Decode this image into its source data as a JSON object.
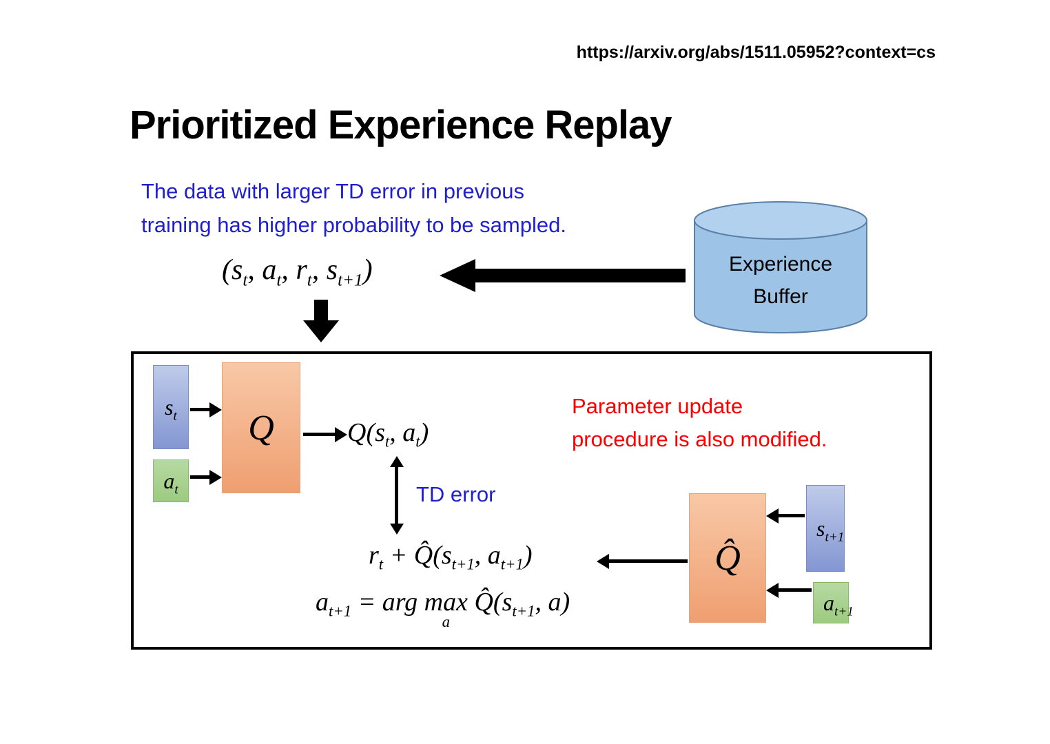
{
  "header": {
    "url": "https://arxiv.org/abs/1511.05952?context=cs",
    "title": "Prioritized Experience Replay"
  },
  "notes": {
    "sampling_line1": "The data with larger TD error in previous",
    "sampling_line2": "training has higher probability to be sampled.",
    "parameter_line1": "Parameter update",
    "parameter_line2": "procedure is also modified.",
    "td_error": "TD error"
  },
  "buffer": {
    "line1": "Experience",
    "line2": "Buffer"
  },
  "blocks": {
    "q": "Q",
    "q_hat": "Q̂",
    "s_t": [
      "s",
      "t"
    ],
    "a_t": [
      "a",
      "t"
    ],
    "s_t1": [
      "s",
      "t+1"
    ],
    "a_t1": [
      "a",
      "t+1"
    ]
  },
  "formulas": {
    "tuple": [
      "(s",
      "t",
      ", a",
      "t",
      ", r",
      "t",
      ", s",
      "t+1",
      ")"
    ],
    "q_output": [
      "Q(s",
      "t",
      ", a",
      "t",
      ")"
    ],
    "td_target": [
      "r",
      "t",
      " + Q̂(s",
      "t+1",
      ", a",
      "t+1",
      ")"
    ],
    "argmax": [
      "a",
      "t+1",
      " = arg ",
      "max",
      "a",
      " Q̂(s",
      "t+1",
      ", a",
      ")"
    ]
  },
  "colors": {
    "note_blue": "#1f1fd0",
    "note_red": "#ff0000",
    "buffer_fill": "#9dc3e6",
    "buffer_stroke": "#5a7fa8",
    "block_blue": "#8c9fd8",
    "block_green": "#a9d18e",
    "block_orange": "#f4b183",
    "arrow_black": "#000000"
  }
}
